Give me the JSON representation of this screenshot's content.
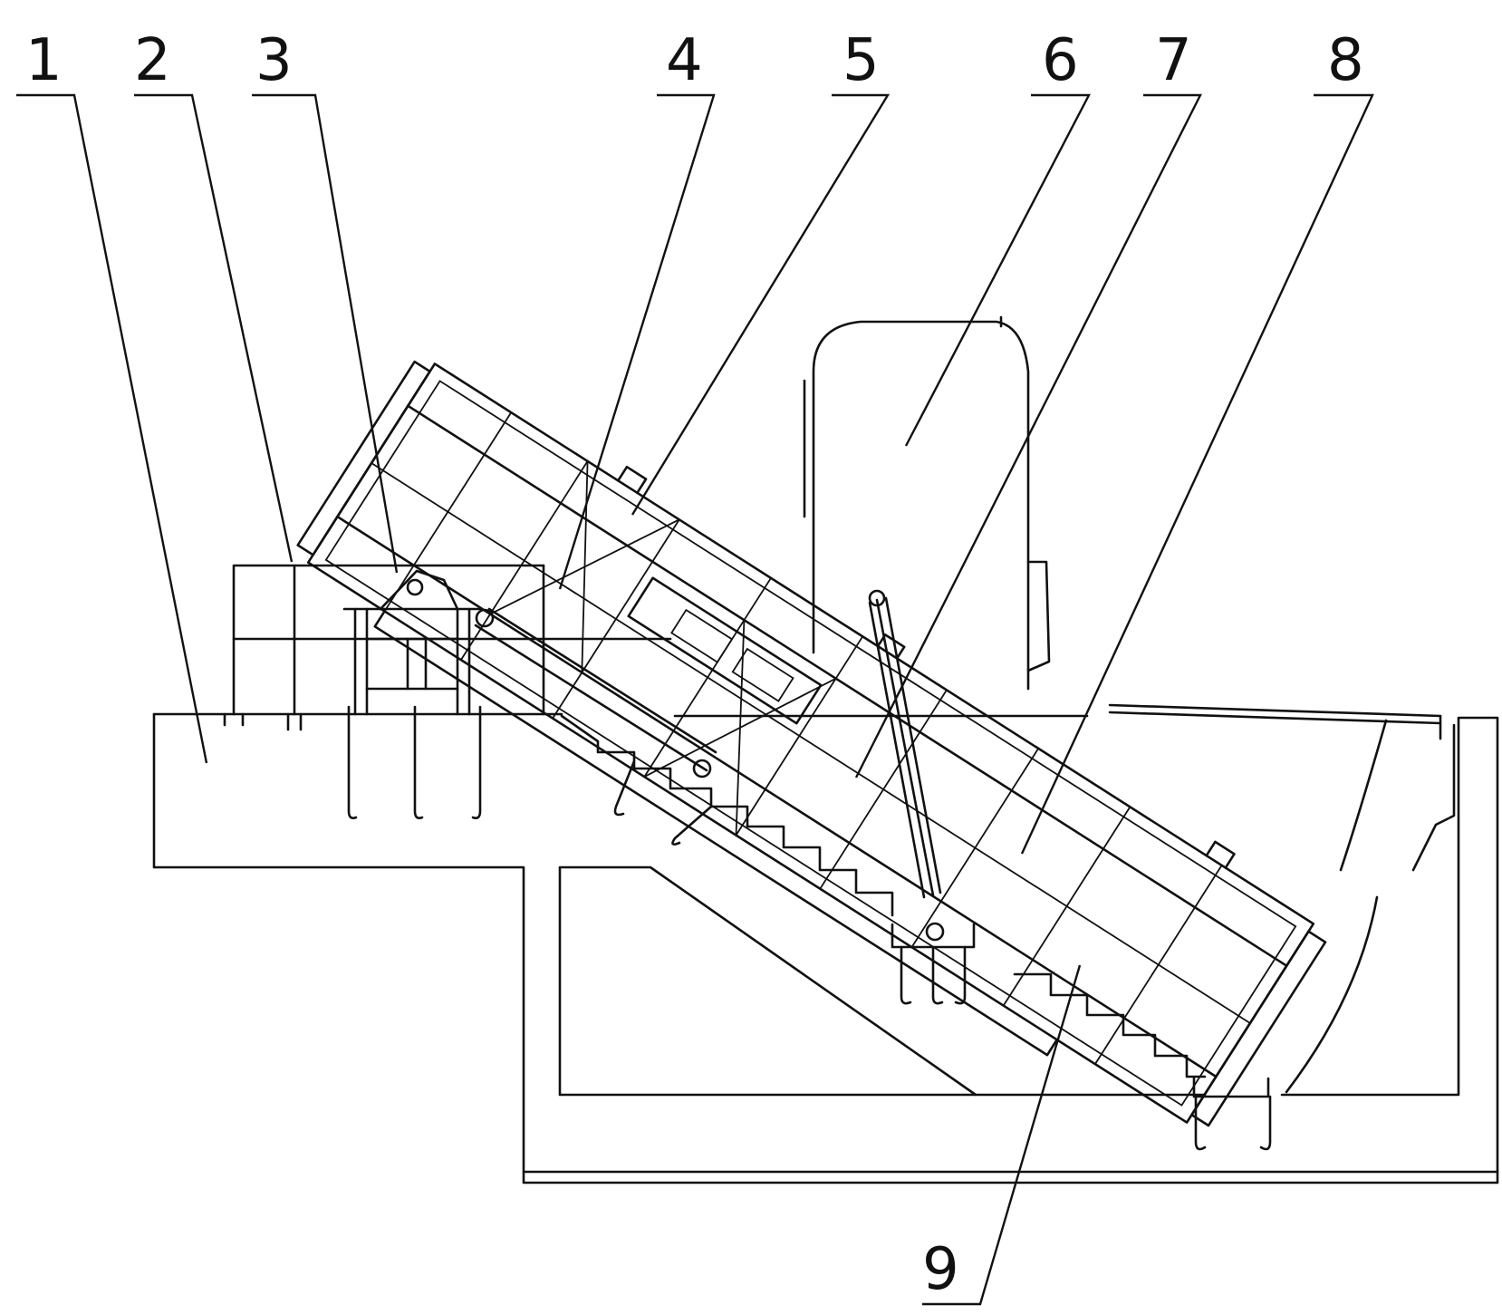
{
  "figure": {
    "callouts": [
      {
        "id": "c1",
        "text": "1"
      },
      {
        "id": "c2",
        "text": "2"
      },
      {
        "id": "c3",
        "text": "3"
      },
      {
        "id": "c4",
        "text": "4"
      },
      {
        "id": "c5",
        "text": "5"
      },
      {
        "id": "c6",
        "text": "6"
      },
      {
        "id": "c7",
        "text": "7"
      },
      {
        "id": "c8",
        "text": "8"
      },
      {
        "id": "c9",
        "text": "9"
      }
    ]
  }
}
